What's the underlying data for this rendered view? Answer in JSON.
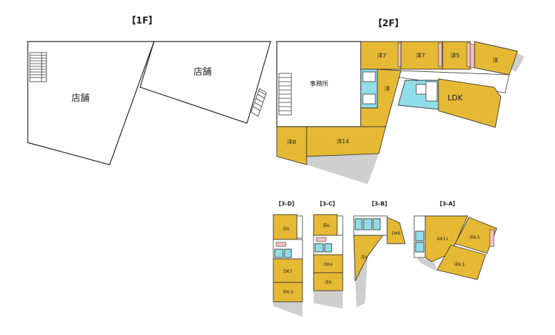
{
  "floors": {
    "f1": {
      "heading": "【1F】",
      "rooms": [
        "店舗",
        "店舗"
      ]
    },
    "f2": {
      "heading": "【2F】",
      "rooms": {
        "office": "事務所",
        "r7a": "洋7",
        "r7b": "洋7",
        "r5": "洋5",
        "r_end": "洋",
        "r_mid": "洋",
        "ldk": "LDK",
        "r8": "洋8",
        "r14": "洋14"
      }
    },
    "u3d": {
      "heading": "【3-D】",
      "rooms": {
        "a": "洋6",
        "dk": "DK7",
        "b": "洋6.5"
      }
    },
    "u3c": {
      "heading": "【3-C】",
      "rooms": {
        "a": "洋6",
        "dk": "DK4",
        "b": "洋6"
      }
    },
    "u3b": {
      "heading": "【3-B】",
      "rooms": {
        "dk": "DK6",
        "a": "洋9"
      }
    },
    "u3a": {
      "heading": "【3-A】",
      "rooms": {
        "dk": "DK11",
        "a": "洋6.5",
        "b": "洋8.5"
      }
    }
  },
  "colors": {
    "room": "#e6b934",
    "wet_area": "#8fdde6",
    "closet": "#f3c1c1",
    "walls": "#222222"
  }
}
